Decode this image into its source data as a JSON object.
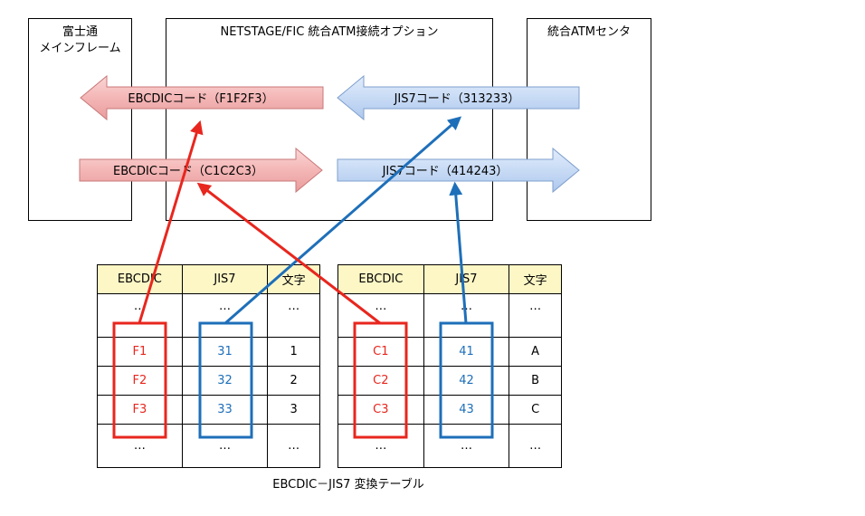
{
  "boxes": {
    "mainframe": "富士通\nメインフレーム",
    "netstage": "NETSTAGE/FIC  統合ATM接続オプション",
    "atm_center": "統合ATMセンタ"
  },
  "arrows": {
    "ebcdic_top": "EBCDICコード（F1F2F3）",
    "ebcdic_bottom": "EBCDICコード（C1C2C3）",
    "jis_top": "JIS7コード（313233）",
    "jis_bottom": "JIS7コード（414243）"
  },
  "tables": [
    {
      "headers": [
        "EBCDIC",
        "JIS7",
        "文字"
      ],
      "rows": [
        [
          "…",
          "…",
          "…"
        ],
        [
          "F1",
          "31",
          "1"
        ],
        [
          "F2",
          "32",
          "2"
        ],
        [
          "F3",
          "33",
          "3"
        ],
        [
          "…",
          "…",
          "…"
        ]
      ]
    },
    {
      "headers": [
        "EBCDIC",
        "JIS7",
        "文字"
      ],
      "rows": [
        [
          "…",
          "…",
          "…"
        ],
        [
          "C1",
          "41",
          "A"
        ],
        [
          "C2",
          "42",
          "B"
        ],
        [
          "C3",
          "43",
          "C"
        ],
        [
          "…",
          "…",
          "…"
        ]
      ]
    }
  ],
  "caption": "EBCDIC－JIS7  変換テーブル",
  "colors": {
    "ebcdic_link": "#e8261e",
    "jis_link": "#1e6fb9",
    "ebcdic_arrow_fill": "#f4b6b6",
    "jis_arrow_fill": "#c8dbf5",
    "table_header": "#fdf7c6"
  }
}
